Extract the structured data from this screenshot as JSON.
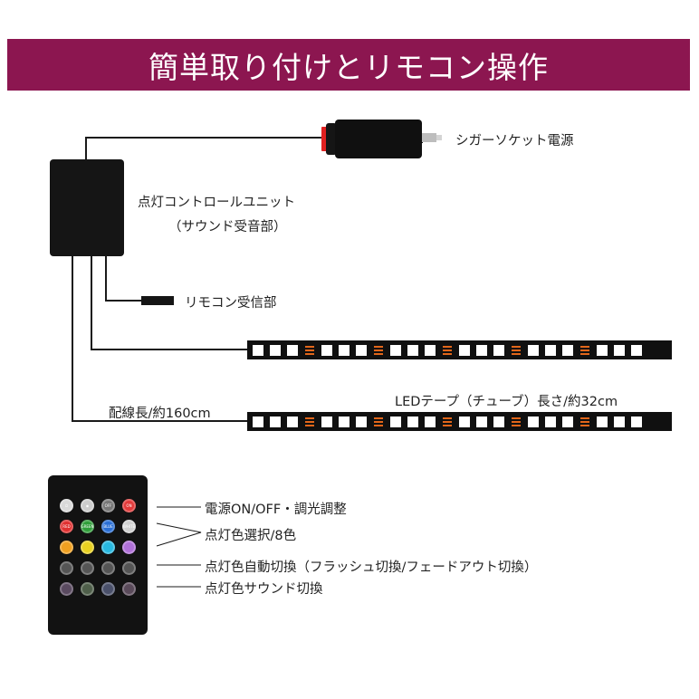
{
  "title": "簡単取り付けとリモコン操作",
  "labels": {
    "cigar_socket": "シガーソケット電源",
    "control_unit_line1": "点灯コントロールユニット",
    "control_unit_line2": "（サウンド受音部）",
    "remote_receiver": "リモコン受信部",
    "cable_length": "配線長/約160cm",
    "tape_length": "LEDテープ（チューブ）長さ/約32cm"
  },
  "remote_legend": [
    "電源ON/OFF・調光調整",
    "点灯色選択/8色",
    "点灯色自動切換（フラッシュ切換/フェードアウト切換）",
    "点灯色サウンド切換"
  ],
  "remote_buttons": [
    [
      {
        "color": "#d9d9d9",
        "text": "⏻"
      },
      {
        "color": "#cccccc",
        "text": "◉"
      },
      {
        "color": "#777777",
        "text": "OFF"
      },
      {
        "color": "#e23a3a",
        "text": "ON"
      }
    ],
    [
      {
        "color": "#e03030",
        "text": "RED"
      },
      {
        "color": "#2f9e3a",
        "text": "GREEN"
      },
      {
        "color": "#2a6fd6",
        "text": "BLUE"
      },
      {
        "color": "#cfcfcf",
        "text": "WHITE"
      }
    ],
    [
      {
        "color": "#f0a020",
        "text": ""
      },
      {
        "color": "#e8d020",
        "text": ""
      },
      {
        "color": "#28b8e0",
        "text": ""
      },
      {
        "color": "#b070d8",
        "text": ""
      }
    ],
    [
      {
        "color": "#555555",
        "text": ""
      },
      {
        "color": "#555555",
        "text": ""
      },
      {
        "color": "#555555",
        "text": ""
      },
      {
        "color": "#555555",
        "text": ""
      }
    ],
    [
      {
        "color": "#5a4a60",
        "text": ""
      },
      {
        "color": "#4f5f4a",
        "text": ""
      },
      {
        "color": "#4a506a",
        "text": ""
      },
      {
        "color": "#5a4a5a",
        "text": ""
      }
    ]
  ],
  "colors": {
    "banner": "#8c1650",
    "led": "#e2661a",
    "plug_tip": "#e02020",
    "wire": "#1a1a1a"
  }
}
